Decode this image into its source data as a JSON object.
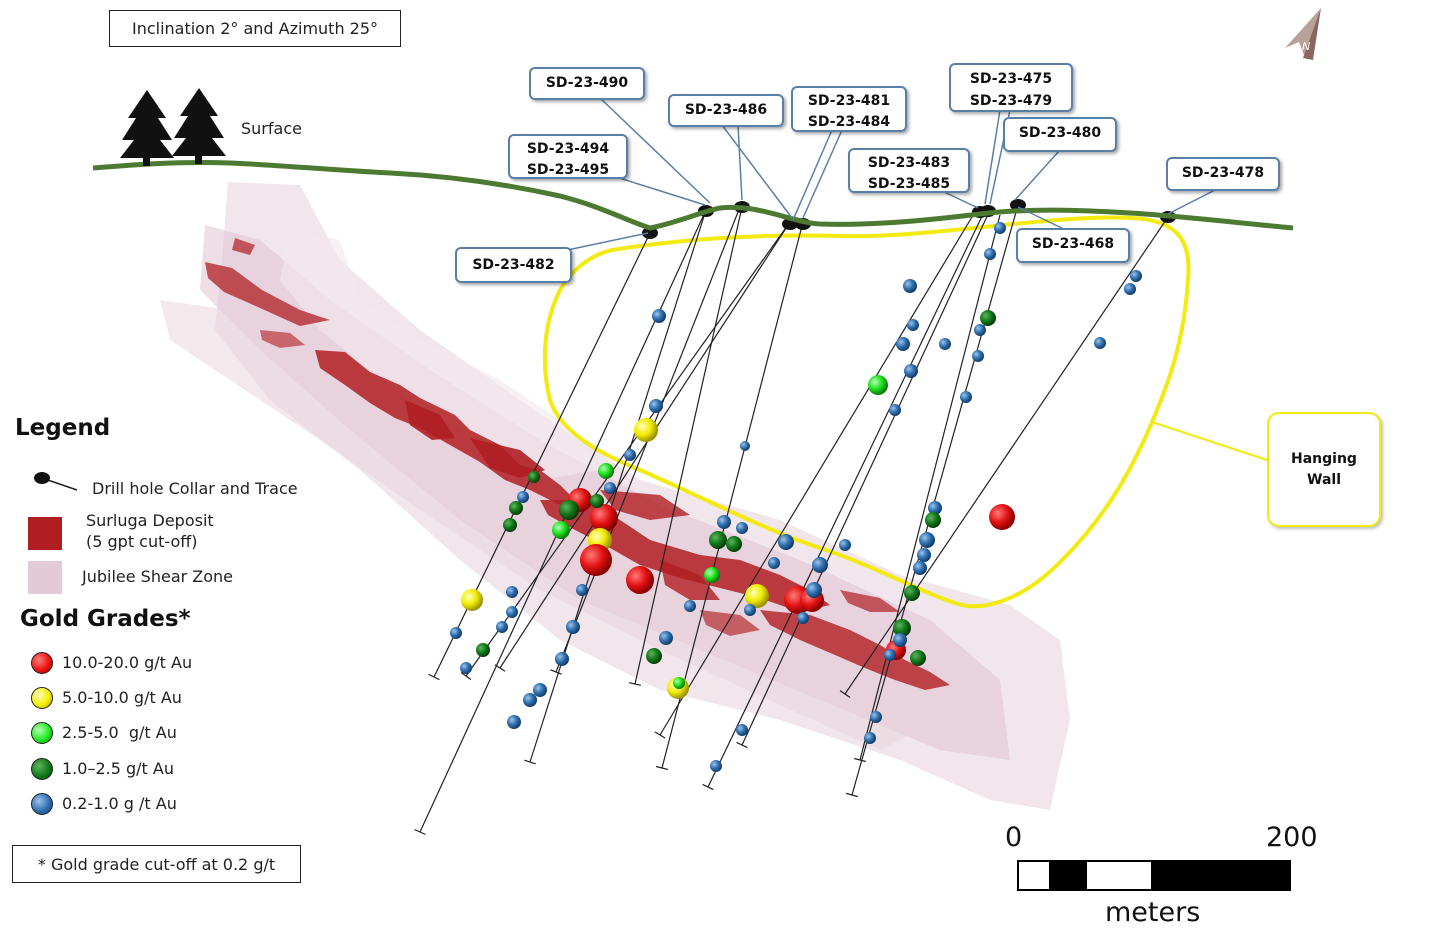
{
  "view": {
    "title": "Inclination 2° and Azimuth 25°"
  },
  "surface": {
    "label": "Surface",
    "line_color": "#4d7a32"
  },
  "drill_holes": [
    {
      "label1": "SD-23-490",
      "label2": ""
    },
    {
      "label1": "SD-23-486",
      "label2": ""
    },
    {
      "label1": "SD-23-481",
      "label2": "SD-23-484"
    },
    {
      "label1": "SD-23-494",
      "label2": "SD-23-495"
    },
    {
      "label1": "SD-23-475",
      "label2": "SD-23-479"
    },
    {
      "label1": "SD-23-480",
      "label2": ""
    },
    {
      "label1": "SD-23-483",
      "label2": "SD-23-485"
    },
    {
      "label1": "SD-23-478",
      "label2": ""
    },
    {
      "label1": "SD-23-482",
      "label2": ""
    },
    {
      "label1": "SD-23-468",
      "label2": ""
    }
  ],
  "hanging_wall": {
    "line1": "Hanging",
    "line2": "Wall",
    "outline_color": "#f2ea10"
  },
  "legend": {
    "title": "Legend",
    "collar": "Drill hole Collar and Trace",
    "deposit_line1": "Surluga Deposit",
    "deposit_line2": "(5 gpt cut-off)",
    "shear_zone": "Jubilee Shear Zone",
    "deposit_color": "#b01e22",
    "shear_color": "#e2cbd6"
  },
  "gold_grades": {
    "title": "Gold Grades*",
    "items": [
      {
        "label": "10.0-20.0 g/t Au",
        "color": "#ee1111"
      },
      {
        "label": "5.0-10.0 g/t Au",
        "color": "#f5f000"
      },
      {
        "label": "2.5-5.0  g/t Au",
        "color": "#22ee22"
      },
      {
        "label": "1.0–2.5 g/t Au",
        "color": "#117a17"
      },
      {
        "label": "0.2-1.0 g /t Au",
        "color": "#2f6fb0"
      }
    ]
  },
  "footnote": "* Gold grade cut-off at 0.2 g/t",
  "scale": {
    "min": "0",
    "max": "200",
    "unit": "meters"
  },
  "north": {
    "letter": "N"
  }
}
